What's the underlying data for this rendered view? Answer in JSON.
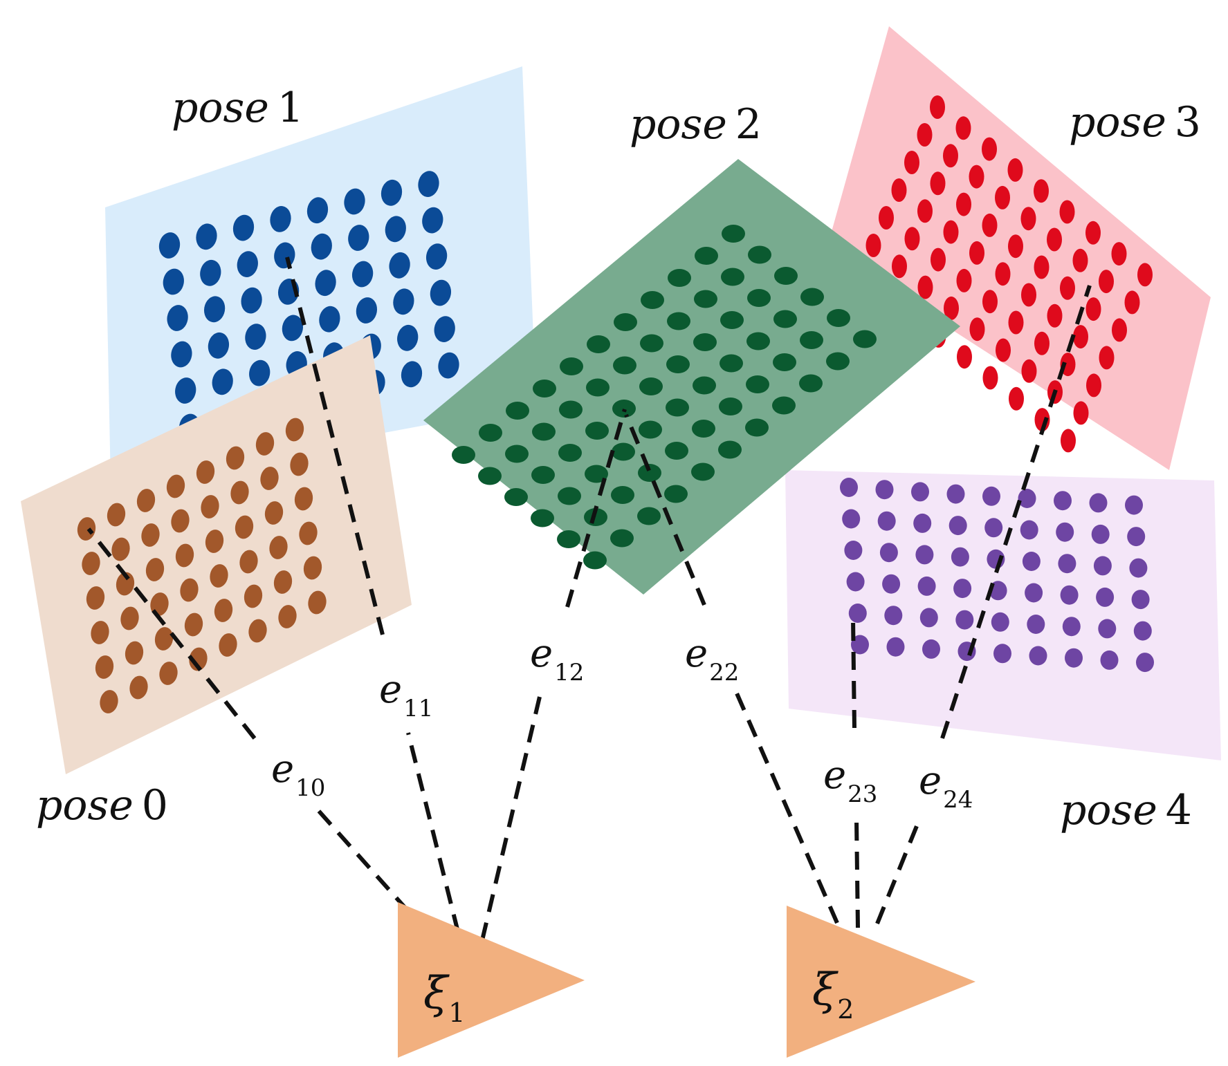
{
  "colors": {
    "background": "#ffffff",
    "dash": "#111111",
    "camera": "#f2b07f",
    "pose0_board": "#efdcce",
    "pose0_dot": "#a2582b",
    "pose1_board": "#d9ecfb",
    "pose1_dot": "#0b4b97",
    "pose2_board": "#78ab8f",
    "pose2_dot": "#0b5a30",
    "pose3_board": "#fbc2c9",
    "pose3_dot": "#df0a1c",
    "pose4_board": "#f4e6f8",
    "pose4_dot": "#6e45a3"
  },
  "poses": [
    {
      "id": "pose0",
      "word": "pose",
      "number": "0",
      "label": "pose 0"
    },
    {
      "id": "pose1",
      "word": "pose",
      "number": "1",
      "label": "pose 1"
    },
    {
      "id": "pose2",
      "word": "pose",
      "number": "2",
      "label": "pose 2"
    },
    {
      "id": "pose3",
      "word": "pose",
      "number": "3",
      "label": "pose 3"
    },
    {
      "id": "pose4",
      "word": "pose",
      "number": "4",
      "label": "pose 4"
    }
  ],
  "cameras": [
    {
      "id": "xi1",
      "symbol": "ξ",
      "sub": "1",
      "label": "ξ1"
    },
    {
      "id": "xi2",
      "symbol": "ξ",
      "sub": "2",
      "label": "ξ2"
    }
  ],
  "edges": [
    {
      "id": "e10",
      "symbol": "e",
      "sub": "10",
      "label": "e10",
      "from": "xi1",
      "to": "pose0"
    },
    {
      "id": "e11",
      "symbol": "e",
      "sub": "11",
      "label": "e11",
      "from": "xi1",
      "to": "pose1"
    },
    {
      "id": "e12",
      "symbol": "e",
      "sub": "12",
      "label": "e12",
      "from": "xi1",
      "to": "pose2"
    },
    {
      "id": "e22",
      "symbol": "e",
      "sub": "22",
      "label": "e22",
      "from": "xi2",
      "to": "pose2"
    },
    {
      "id": "e23",
      "symbol": "e",
      "sub": "23",
      "label": "e23",
      "from": "xi2",
      "to": "pose4"
    },
    {
      "id": "e24",
      "symbol": "e",
      "sub": "24",
      "label": "e24",
      "from": "xi2",
      "to": "pose3"
    }
  ]
}
